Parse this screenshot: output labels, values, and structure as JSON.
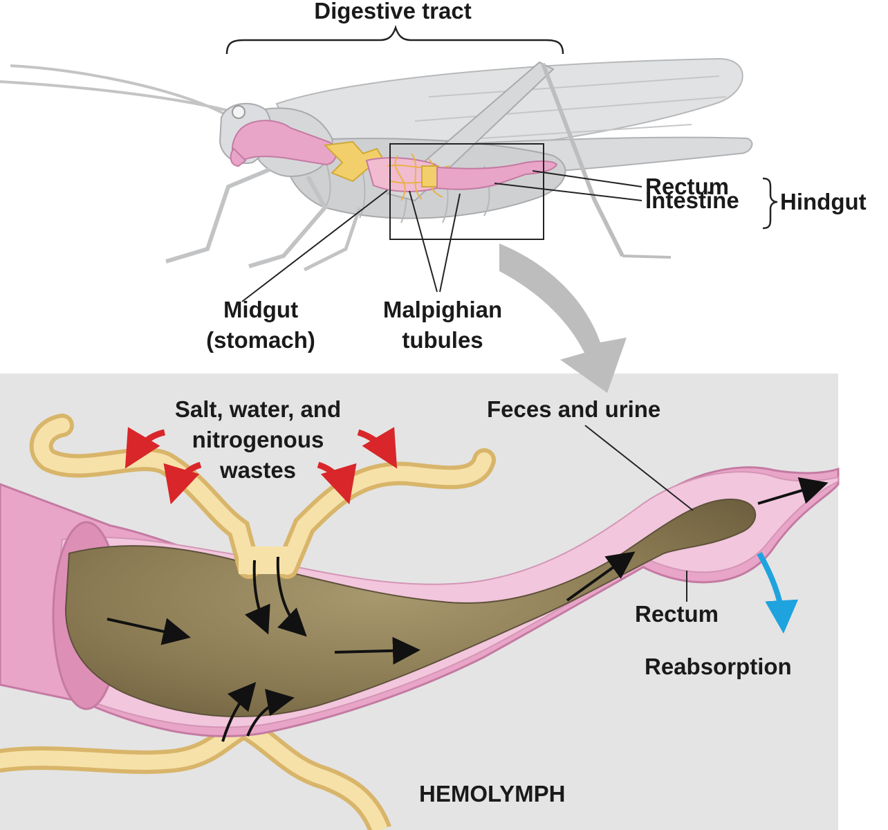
{
  "labels": {
    "digestive_tract": "Digestive tract",
    "rectum_top": "Rectum",
    "intestine": "Intestine",
    "hindgut": "Hindgut",
    "midgut_line1": "Midgut",
    "midgut_line2": "(stomach)",
    "malpighian_line1": "Malpighian",
    "malpighian_line2": "tubules",
    "salt_line1": "Salt, water, and",
    "salt_line2": "nitrogenous",
    "salt_line3": "wastes",
    "feces_urine": "Feces and urine",
    "rectum_bottom": "Rectum",
    "reabsorption": "Reabsorption",
    "hemolymph": "HEMOLYMPH"
  },
  "colors": {
    "panel_bg": "#e4e4e4",
    "gut_pink": "#e8a5c8",
    "gut_wall": "#f2c6dc",
    "feces_brown": "#8b7a55",
    "tubule_yellow": "#f1c96a",
    "waste_arrow_red": "#d8262a",
    "reabsorption_arrow_blue": "#1fa3de",
    "insect_gray": "#d9dadc",
    "zoom_arrow_gray": "#bdbdbd"
  }
}
